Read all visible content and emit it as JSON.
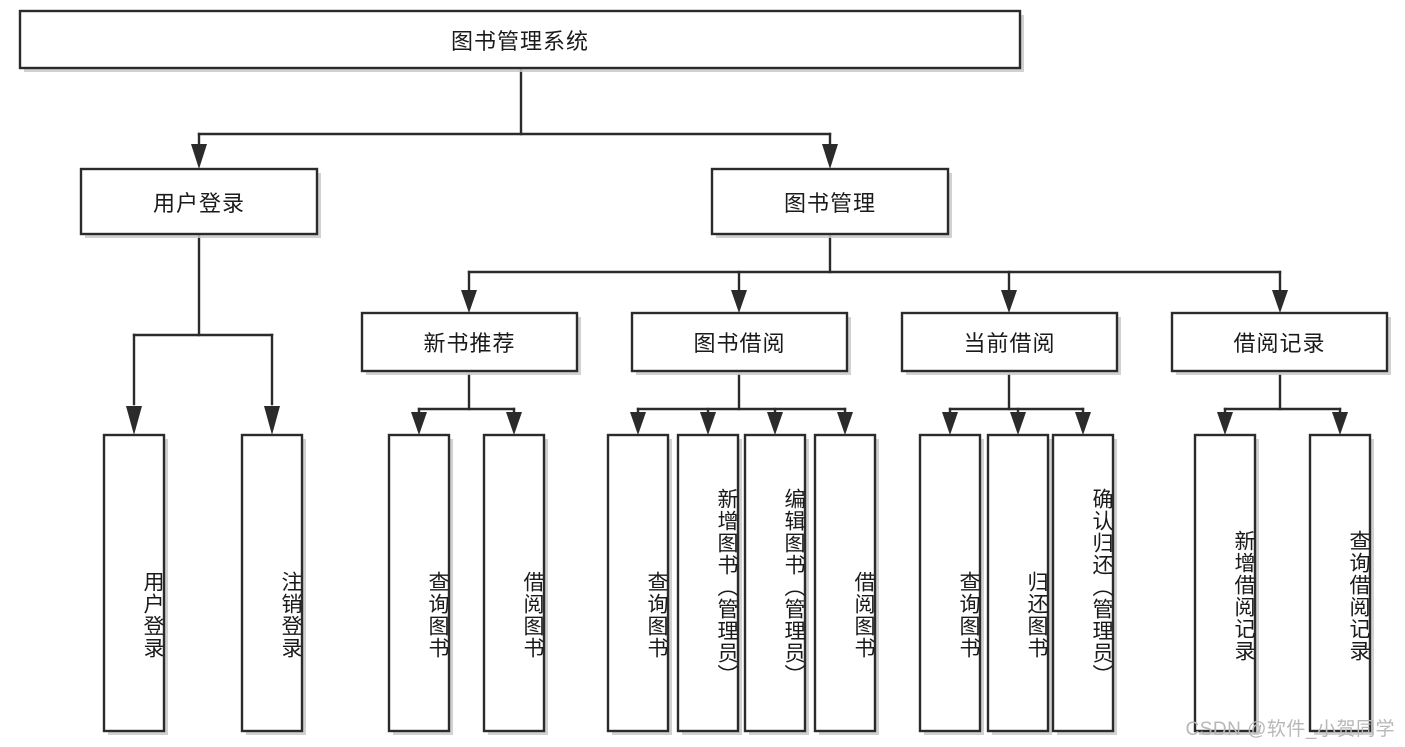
{
  "diagram": {
    "title": "图书管理系统",
    "type": "tree-hierarchy-diagram",
    "watermark": "CSDN @软件_小贺同学",
    "colors": {
      "box_stroke": "#2b2b2b",
      "box_fill": "#ffffff",
      "connector": "#2b2b2b",
      "text": "#1a1a1a",
      "watermark": "#b8b8b8",
      "background": "#ffffff"
    },
    "nodes": {
      "root": {
        "label": "图书管理系统"
      },
      "level2": [
        {
          "id": "user-login",
          "label": "用户登录"
        },
        {
          "id": "book-management",
          "label": "图书管理"
        }
      ],
      "level3": [
        {
          "id": "new-book-recommend",
          "label": "新书推荐"
        },
        {
          "id": "book-borrow",
          "label": "图书借阅"
        },
        {
          "id": "current-borrow",
          "label": "当前借阅"
        },
        {
          "id": "borrow-record",
          "label": "借阅记录"
        }
      ],
      "leaves": {
        "user-login": [
          {
            "id": "leaf-user-login",
            "label": "用户登录"
          },
          {
            "id": "leaf-user-logout",
            "label": "注销登录"
          }
        ],
        "new-book-recommend": [
          {
            "id": "leaf-query-book-1",
            "label": "查询图书"
          },
          {
            "id": "leaf-borrow-book-1",
            "label": "借阅图书"
          }
        ],
        "book-borrow": [
          {
            "id": "leaf-query-book-2",
            "label": "查询图书"
          },
          {
            "id": "leaf-add-book",
            "label": "新增图书（管理员）"
          },
          {
            "id": "leaf-edit-book",
            "label": "编辑图书（管理员）"
          },
          {
            "id": "leaf-borrow-book-2",
            "label": "借阅图书"
          }
        ],
        "current-borrow": [
          {
            "id": "leaf-query-book-3",
            "label": "查询图书"
          },
          {
            "id": "leaf-return-book",
            "label": "归还图书"
          },
          {
            "id": "leaf-confirm-return",
            "label": "确认归还（管理员）"
          }
        ],
        "borrow-record": [
          {
            "id": "leaf-add-record",
            "label": "新增借阅记录"
          },
          {
            "id": "leaf-query-record",
            "label": "查询借阅记录"
          }
        ]
      }
    }
  }
}
